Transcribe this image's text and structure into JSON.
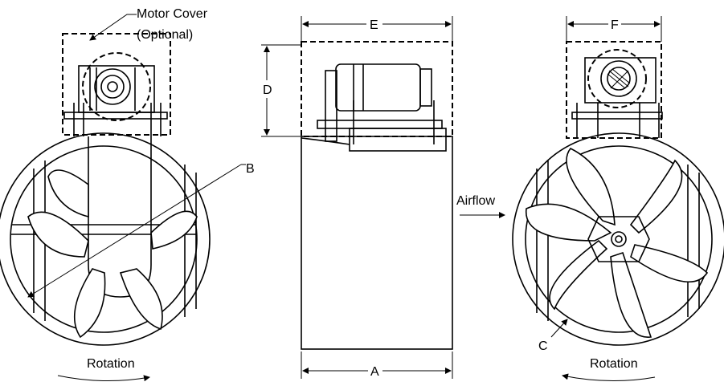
{
  "labels": {
    "motor_cover_line1": "Motor Cover",
    "motor_cover_line2": "(Optional)",
    "dim_a": "A",
    "dim_b": "B",
    "dim_c": "C",
    "dim_d": "D",
    "dim_e": "E",
    "dim_f": "F",
    "airflow": "Airflow",
    "rotation_left": "Rotation",
    "rotation_right": "Rotation"
  },
  "icons": {
    "arrow": "arrow-right-icon",
    "fan": "fan-icon",
    "motor": "motor-icon"
  }
}
